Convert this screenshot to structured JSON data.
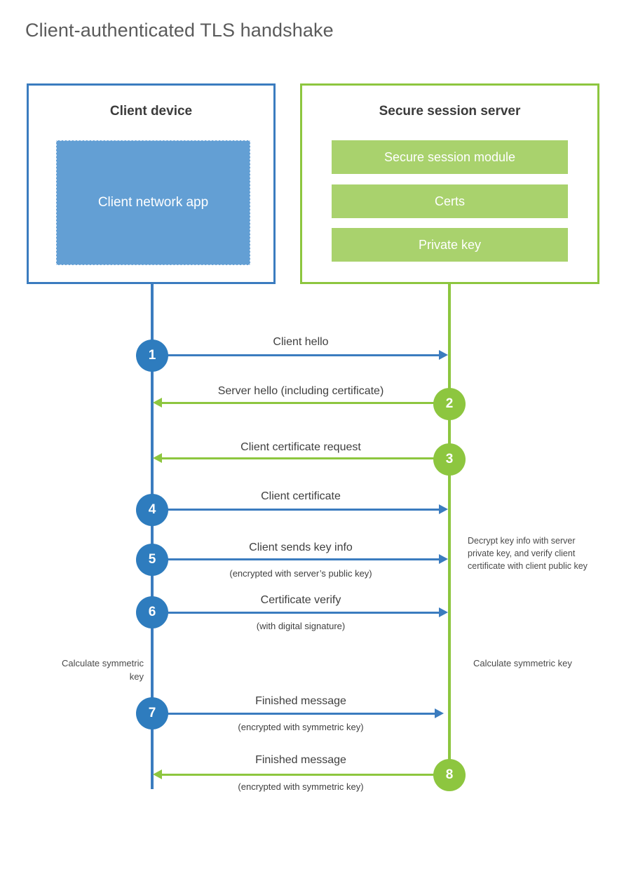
{
  "title": "Client-authenticated TLS handshake",
  "colors": {
    "client_blue": "#3b7cbf",
    "client_app_fill": "#639fd4",
    "server_green": "#8dc63f",
    "server_module_fill": "#a9d26d",
    "circle_blue": "#2e7cbe",
    "circle_green": "#8dc63f",
    "title_gray": "#5b5b5b"
  },
  "client": {
    "title": "Client device",
    "app_label": "Client network app"
  },
  "server": {
    "title": "Secure session server",
    "modules": [
      "Secure session module",
      "Certs",
      "Private key"
    ]
  },
  "notes": {
    "decrypt": "Decrypt key info with server private key, and verify client certificate with client public key",
    "calculate_client": "Calculate symmetric key",
    "calculate_server": "Calculate symmetric key"
  },
  "chart_data": {
    "type": "sequence-diagram",
    "participants": [
      "Client device",
      "Secure session server"
    ],
    "steps": [
      {
        "number": "1",
        "label": "Client hello",
        "sublabel": "",
        "from": "client",
        "to": "server",
        "direction": "right",
        "color": "#3b7cbf"
      },
      {
        "number": "2",
        "label": "Server hello (including certificate)",
        "sublabel": "",
        "from": "server",
        "to": "client",
        "direction": "left",
        "color": "#8dc63f"
      },
      {
        "number": "3",
        "label": "Client certificate request",
        "sublabel": "",
        "from": "server",
        "to": "client",
        "direction": "left",
        "color": "#8dc63f"
      },
      {
        "number": "4",
        "label": "Client certificate",
        "sublabel": "",
        "from": "client",
        "to": "server",
        "direction": "right",
        "color": "#3b7cbf"
      },
      {
        "number": "5",
        "label": "Client sends key info",
        "sublabel": "(encrypted with server’s public key)",
        "from": "client",
        "to": "server",
        "direction": "right",
        "color": "#3b7cbf"
      },
      {
        "number": "6",
        "label": "Certificate verify",
        "sublabel": "(with digital signature)",
        "from": "client",
        "to": "server",
        "direction": "right",
        "color": "#3b7cbf"
      },
      {
        "number": "7",
        "label": "Finished message",
        "sublabel": "(encrypted with symmetric key)",
        "from": "client",
        "to": "server",
        "direction": "right",
        "color": "#3b7cbf"
      },
      {
        "number": "8",
        "label": "Finished message",
        "sublabel": "(encrypted with symmetric key)",
        "from": "server",
        "to": "client",
        "direction": "left",
        "color": "#8dc63f"
      }
    ]
  }
}
